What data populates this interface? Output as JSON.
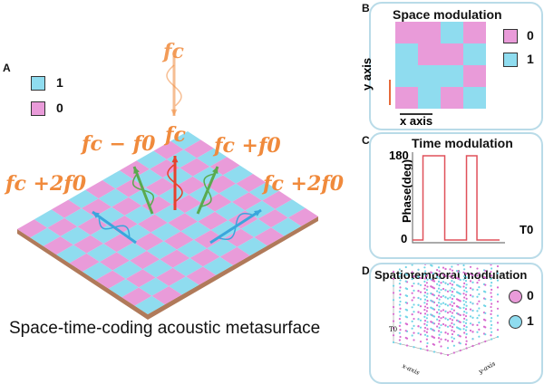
{
  "panel_a": {
    "letter": "A",
    "legend": [
      {
        "label": "1",
        "color": "#8fdcef"
      },
      {
        "label": "0",
        "color": "#e99bd9"
      }
    ],
    "incident_label": "fc",
    "labels": {
      "center": "fc",
      "minus": "fc − f0",
      "plus": "fc +f0",
      "left2": "fc +2f0",
      "right2": "fc +2f0"
    },
    "caption": "Space-time-coding acoustic metasurface"
  },
  "panel_b": {
    "letter": "B",
    "title": "Space modulation",
    "grid": [
      [
        0,
        0,
        1,
        0
      ],
      [
        1,
        0,
        0,
        1
      ],
      [
        1,
        1,
        1,
        0
      ],
      [
        0,
        1,
        0,
        1
      ]
    ],
    "legend": [
      {
        "label": "0",
        "color": "#e99bd9"
      },
      {
        "label": "1",
        "color": "#8fdcef"
      }
    ],
    "y_axis": "y axis",
    "x_axis": "x axis"
  },
  "panel_c": {
    "letter": "C",
    "title": "Time modulation",
    "ylabel": "Phase(deg)",
    "y_ticks": [
      "180",
      "0"
    ],
    "xlabel": "T0",
    "signal": [
      [
        0,
        0
      ],
      [
        0.12,
        0
      ],
      [
        0.12,
        180
      ],
      [
        0.37,
        180
      ],
      [
        0.37,
        0
      ],
      [
        0.62,
        0
      ],
      [
        0.62,
        180
      ],
      [
        0.74,
        180
      ],
      [
        0.74,
        0
      ],
      [
        1,
        0
      ]
    ]
  },
  "panel_d": {
    "letter": "D",
    "title": "Spatiotemporal modulation",
    "legend": [
      {
        "label": "0",
        "color": "#e99bd9"
      },
      {
        "label": "1",
        "color": "#8fdcef"
      }
    ],
    "axis_t": "T0",
    "axis_x": "x-axis",
    "axis_y": "y-axis"
  },
  "colors": {
    "cyan": "#8fdcef",
    "pink": "#e99bd9",
    "orange": "#f08a3c",
    "red": "#e8412c",
    "green": "#5aaa4e",
    "blue": "#3aa6dc",
    "line": "#e0505a"
  }
}
